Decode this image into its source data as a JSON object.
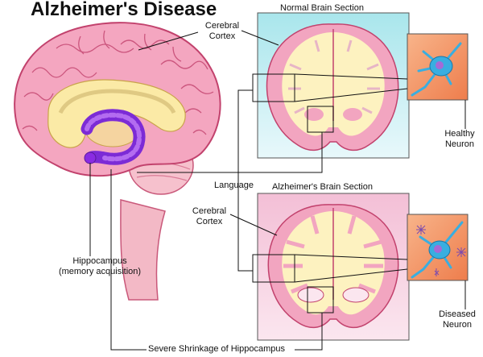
{
  "title": "Alzheimer's Disease",
  "normal_section_title": "Normal Brain Section",
  "alz_section_title": "Alzheimer's Brain Section",
  "labels": {
    "cortex_top": [
      "Cerebral",
      "Cortex"
    ],
    "cortex_bottom": [
      "Cerebral",
      "Cortex"
    ],
    "healthy": [
      "Healthy",
      "Neuron"
    ],
    "diseased": [
      "Diseased",
      "Neuron"
    ],
    "language": "Language",
    "hippocampus": [
      "Hippocampus",
      "(memory acquisition)"
    ],
    "shrinkage": "Severe Shrinkage of Hippocampus"
  },
  "colors": {
    "brain_pink": "#f2a5c0",
    "brain_outline": "#c2426d",
    "white_matter": "#fdf2c0",
    "hippocampus": "#8a2be2",
    "normal_bg": "#b7ebef",
    "alz_bg": "#f6c9dd",
    "neuron_box": "#f59e6a",
    "neuron": "#39aee0"
  }
}
